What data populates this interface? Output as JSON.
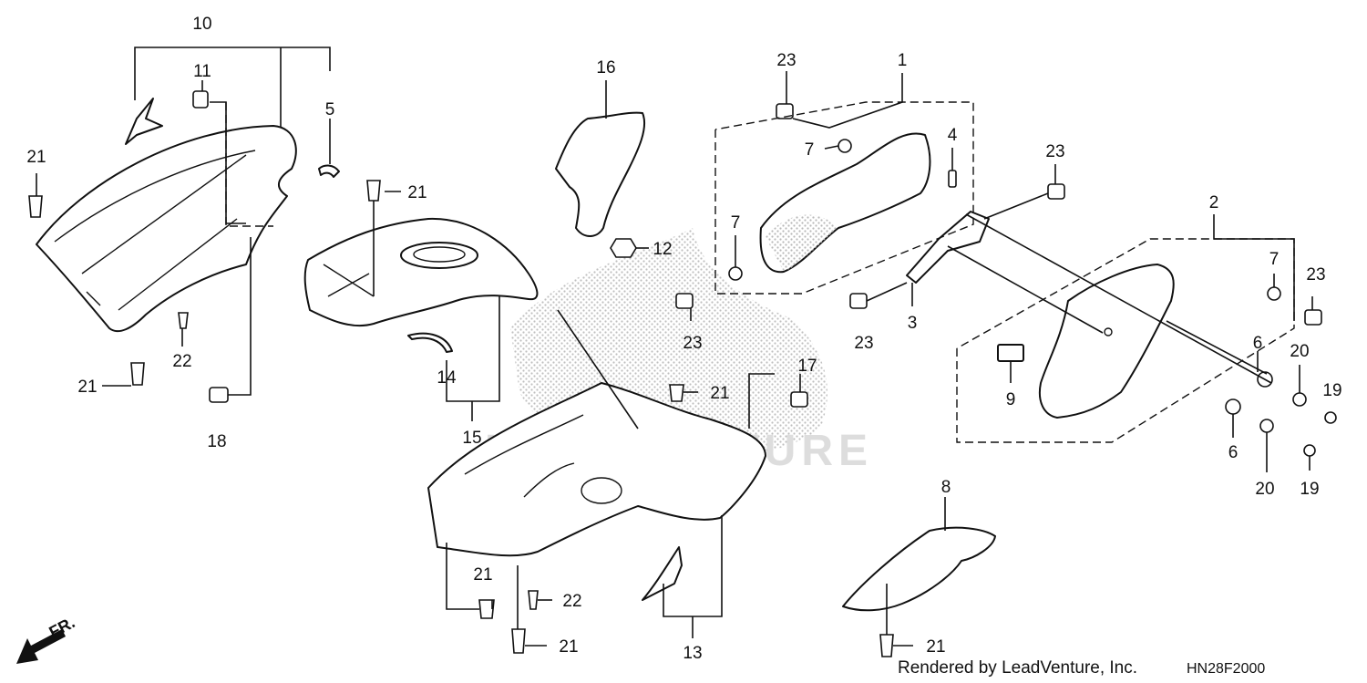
{
  "diagram_code": "HN28F2000",
  "credit": "Rendered by LeadVenture, Inc.",
  "watermark": "LEADVENTURE",
  "front_indicator": "FR.",
  "callouts": [
    {
      "id": "c-10",
      "label": "10"
    },
    {
      "id": "c-11",
      "label": "11"
    },
    {
      "id": "c-5",
      "label": "5"
    },
    {
      "id": "c-21a",
      "label": "21"
    },
    {
      "id": "c-21b",
      "label": "21"
    },
    {
      "id": "c-22a",
      "label": "22"
    },
    {
      "id": "c-18",
      "label": "18"
    },
    {
      "id": "c-21c",
      "label": "21"
    },
    {
      "id": "c-14",
      "label": "14"
    },
    {
      "id": "c-15",
      "label": "15"
    },
    {
      "id": "c-16",
      "label": "16"
    },
    {
      "id": "c-12",
      "label": "12"
    },
    {
      "id": "c-23a",
      "label": "23"
    },
    {
      "id": "c-1",
      "label": "1"
    },
    {
      "id": "c-7a",
      "label": "7"
    },
    {
      "id": "c-4",
      "label": "4"
    },
    {
      "id": "c-7b",
      "label": "7"
    },
    {
      "id": "c-23b",
      "label": "23"
    },
    {
      "id": "c-23c",
      "label": "23"
    },
    {
      "id": "c-23d",
      "label": "23"
    },
    {
      "id": "c-3",
      "label": "3"
    },
    {
      "id": "c-2",
      "label": "2"
    },
    {
      "id": "c-7c",
      "label": "7"
    },
    {
      "id": "c-23e",
      "label": "23"
    },
    {
      "id": "c-9",
      "label": "9"
    },
    {
      "id": "c-6a",
      "label": "6"
    },
    {
      "id": "c-20a",
      "label": "20"
    },
    {
      "id": "c-19a",
      "label": "19"
    },
    {
      "id": "c-6b",
      "label": "6"
    },
    {
      "id": "c-20b",
      "label": "20"
    },
    {
      "id": "c-19b",
      "label": "19"
    },
    {
      "id": "c-17",
      "label": "17"
    },
    {
      "id": "c-21d",
      "label": "21"
    },
    {
      "id": "c-8",
      "label": "8"
    },
    {
      "id": "c-21e",
      "label": "21"
    },
    {
      "id": "c-13",
      "label": "13"
    },
    {
      "id": "c-21f",
      "label": "21"
    },
    {
      "id": "c-22b",
      "label": "22"
    },
    {
      "id": "c-21g",
      "label": "21"
    }
  ]
}
